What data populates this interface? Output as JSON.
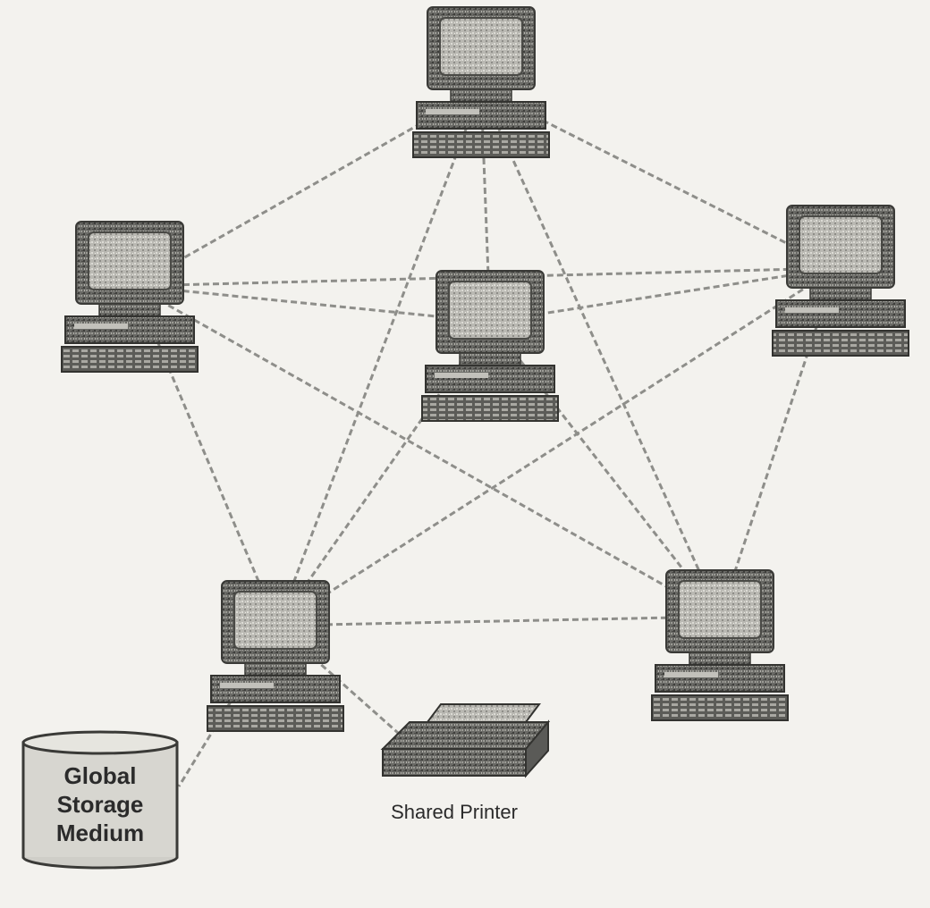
{
  "diagram": {
    "nodes": [
      {
        "id": "pc-top",
        "icon": "desktop-computer-icon"
      },
      {
        "id": "pc-left",
        "icon": "desktop-computer-icon"
      },
      {
        "id": "pc-center",
        "icon": "desktop-computer-icon"
      },
      {
        "id": "pc-right",
        "icon": "desktop-computer-icon"
      },
      {
        "id": "pc-bottom-left",
        "icon": "desktop-computer-icon"
      },
      {
        "id": "pc-bottom-right",
        "icon": "desktop-computer-icon"
      },
      {
        "id": "storage",
        "icon": "database-cylinder-icon",
        "label_lines": [
          "Global",
          "Storage",
          "Medium"
        ]
      },
      {
        "id": "printer",
        "icon": "printer-icon",
        "label": "Shared Printer"
      }
    ],
    "edges": [
      [
        "pc-top",
        "pc-left"
      ],
      [
        "pc-top",
        "pc-right"
      ],
      [
        "pc-top",
        "pc-center"
      ],
      [
        "pc-top",
        "pc-bottom-left"
      ],
      [
        "pc-top",
        "pc-bottom-right"
      ],
      [
        "pc-left",
        "pc-right"
      ],
      [
        "pc-left",
        "pc-center"
      ],
      [
        "pc-left",
        "pc-bottom-left"
      ],
      [
        "pc-left",
        "pc-bottom-right"
      ],
      [
        "pc-right",
        "pc-center"
      ],
      [
        "pc-right",
        "pc-bottom-left"
      ],
      [
        "pc-right",
        "pc-bottom-right"
      ],
      [
        "pc-center",
        "pc-bottom-left"
      ],
      [
        "pc-center",
        "pc-bottom-right"
      ],
      [
        "pc-bottom-left",
        "pc-bottom-right"
      ],
      [
        "pc-bottom-left",
        "storage"
      ],
      [
        "pc-bottom-left",
        "printer"
      ]
    ],
    "colors": {
      "background": "#f3f2ee",
      "line": "#8e8e8a",
      "device_dark": "#5a5a57",
      "device_light": "#c9c8c2",
      "text": "#2b2b2b"
    }
  }
}
